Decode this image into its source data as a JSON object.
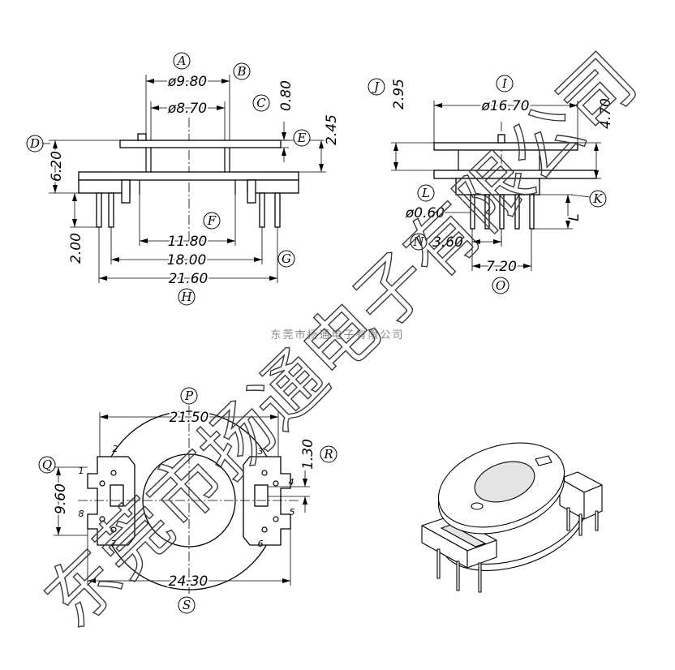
{
  "watermark": {
    "text": "东莞市扬通电子有限公司"
  },
  "caption": "东莞市扬通电子有限公司",
  "front_view": {
    "callouts": {
      "a": "A",
      "b": "B",
      "c": "C",
      "d": "D",
      "e": "E",
      "f": "F",
      "g": "G",
      "h": "H"
    },
    "dims": {
      "outer_diameter": "ø9.80",
      "inner_diameter": "ø8.70",
      "flange_thickness": "0.80",
      "flange_gap": "2.45",
      "overall_height": "6.20",
      "pin_length": "2.00",
      "core_width": "11.80",
      "pin_inner_span": "18.00",
      "pin_outer_span": "21.60"
    }
  },
  "side_view": {
    "callouts": {
      "i": "I",
      "j": "J",
      "k": "K",
      "l": "L",
      "n": "N",
      "o": "O"
    },
    "dims": {
      "flange_diameter": "ø16.70",
      "top_gap": "2.95",
      "height": "4.70",
      "pin_diameter": "ø0.60",
      "pin_length": "L",
      "pin_pitch": "3.60",
      "pin_span": "7.20"
    }
  },
  "top_view": {
    "callouts": {
      "p": "P",
      "q": "Q",
      "r": "R",
      "s": "S"
    },
    "dims": {
      "flange_diameter": "21.50",
      "row_spacing": "9.60",
      "slot_width": "1.30",
      "overall_width": "24.30"
    },
    "pin_numbers": [
      "1",
      "2",
      "3",
      "4",
      "5",
      "6",
      "7",
      "8"
    ]
  }
}
